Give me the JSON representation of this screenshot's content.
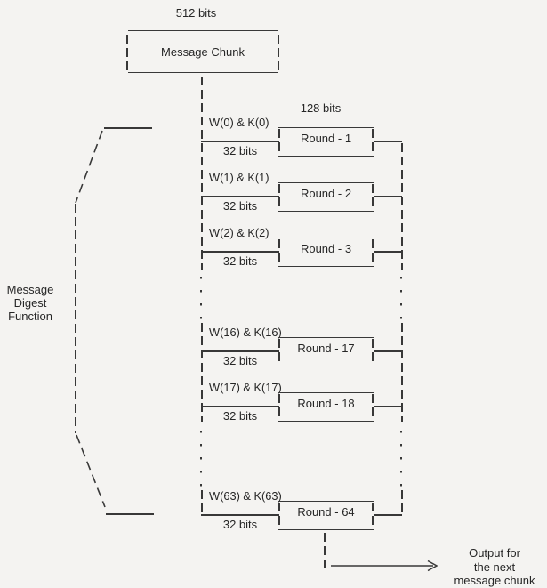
{
  "labels": {
    "bits_512": "512 bits",
    "message_chunk": "Message Chunk",
    "bits_128": "128 bits",
    "mdf_line1": "Message",
    "mdf_line2": "Digest",
    "mdf_line3": "Function",
    "output_line1": "Output for",
    "output_line2": "the next",
    "output_line3": "message chunk"
  },
  "rounds": [
    {
      "w_label": "W(0) & K(0)",
      "round_label": "Round - 1",
      "bits_label": "32 bits"
    },
    {
      "w_label": "W(1) & K(1)",
      "round_label": "Round - 2",
      "bits_label": "32 bits"
    },
    {
      "w_label": "W(2) & K(2)",
      "round_label": "Round - 3",
      "bits_label": "32 bits"
    },
    {
      "w_label": "W(16) & K(16)",
      "round_label": "Round - 17",
      "bits_label": "32 bits"
    },
    {
      "w_label": "W(17) & K(17)",
      "round_label": "Round - 18",
      "bits_label": "32 bits"
    },
    {
      "w_label": "W(63) & K(63)",
      "round_label": "Round - 64",
      "bits_label": "32 bits"
    }
  ],
  "colors": {
    "ink": "#383838",
    "background": "#f4f3f1"
  }
}
